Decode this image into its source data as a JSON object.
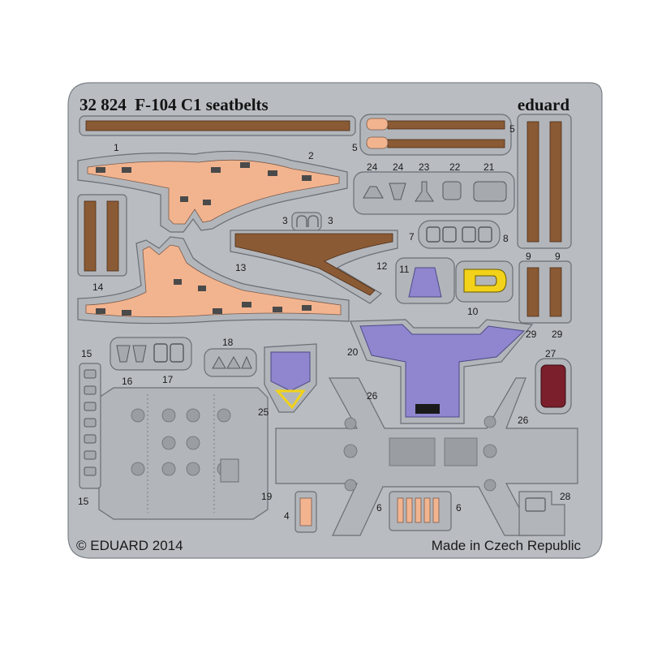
{
  "fret": {
    "title": "32 824  F-104 C1 seatbelts",
    "brand": "eduard",
    "copyright": "© EDUARD 2014",
    "origin": "Made in Czech Republic"
  },
  "part_numbers": {
    "p1": "1",
    "p2": "2",
    "p3a": "3",
    "p3b": "3",
    "p4": "4",
    "p5a": "5",
    "p5b": "5",
    "p6a": "6",
    "p6b": "6",
    "p7": "7",
    "p8": "8",
    "p9a": "9",
    "p9b": "9",
    "p10": "10",
    "p11": "11",
    "p12": "12",
    "p13": "13",
    "p14": "14",
    "p15a": "15",
    "p15b": "15",
    "p16": "16",
    "p17": "17",
    "p18": "18",
    "p19": "19",
    "p20": "20",
    "p21": "21",
    "p22": "22",
    "p23": "23",
    "p24a": "24",
    "p24b": "24",
    "p25": "25",
    "p26a": "26",
    "p26b": "26",
    "p27": "27",
    "p28": "28",
    "p29a": "29",
    "p29b": "29"
  },
  "colors": {
    "fret_metal": "#b9bdc2",
    "belt_brown": "#8a5a34",
    "harness_pink": "#f2b48f",
    "cushion_purple": "#8f86cf",
    "buckle_yellow": "#f2d21a",
    "panel_red": "#7a1f2b"
  }
}
